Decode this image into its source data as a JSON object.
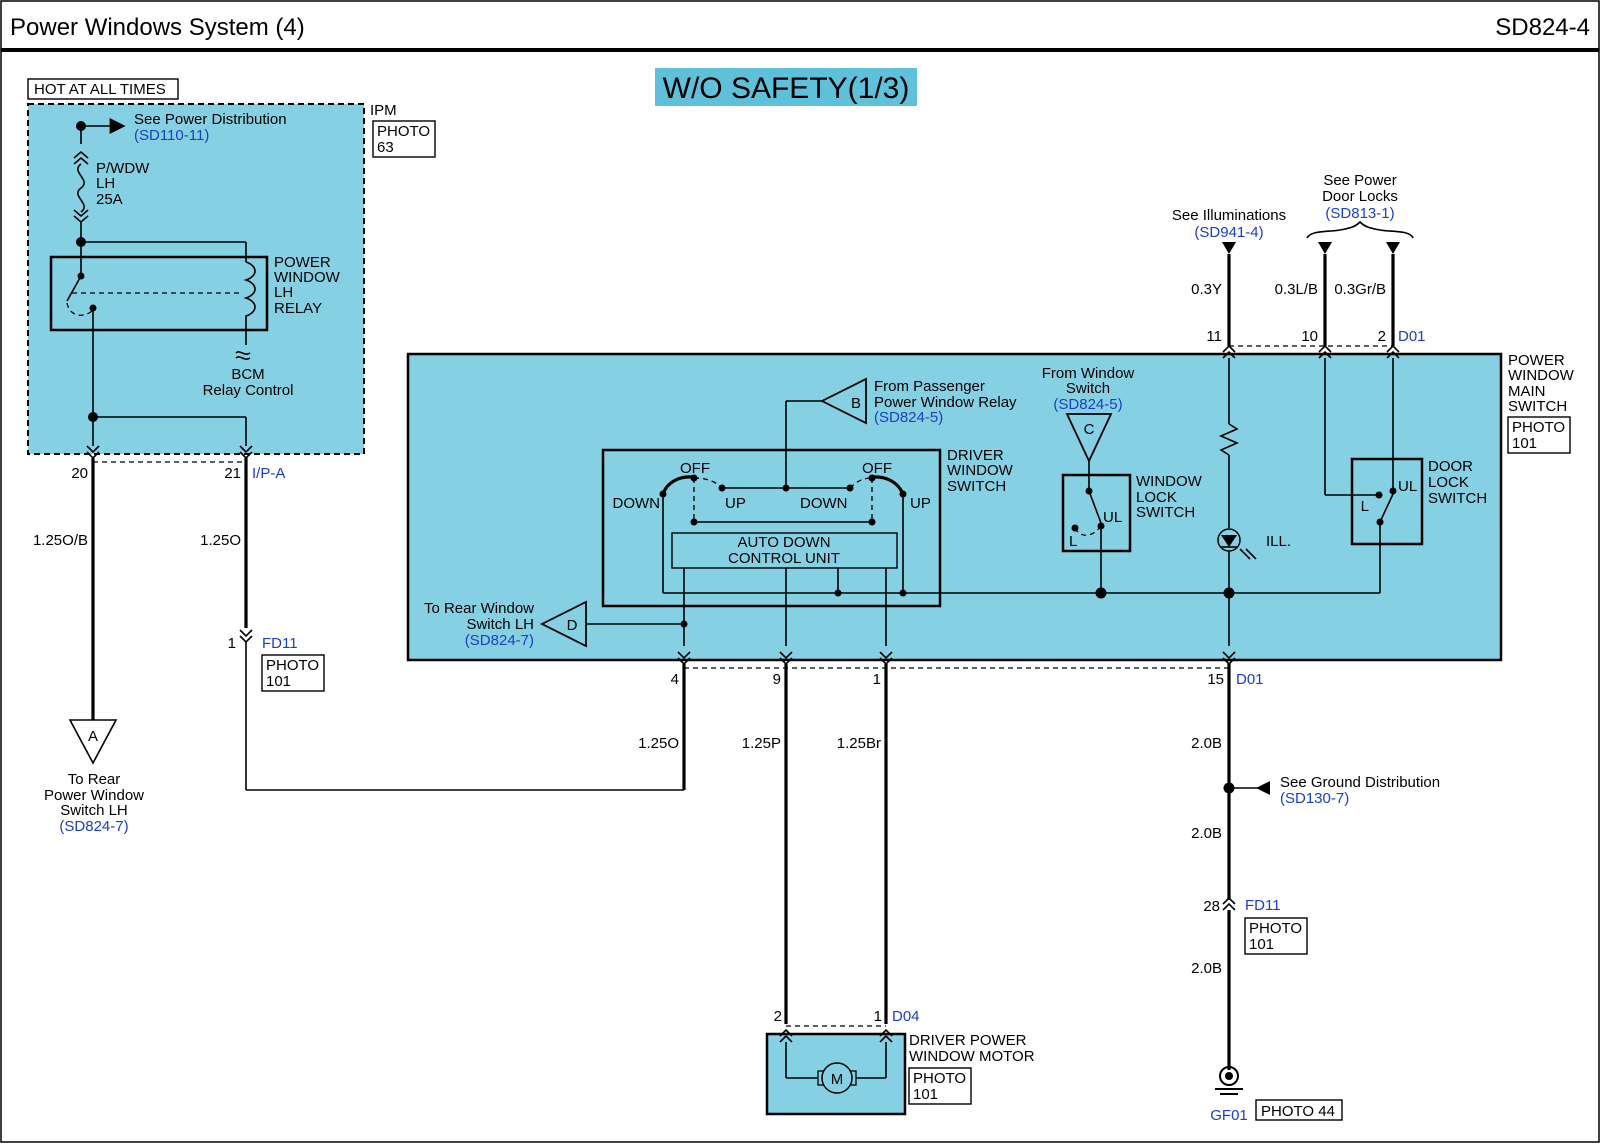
{
  "header": {
    "title": "Power Windows System (4)",
    "code": "SD824-4"
  },
  "banner": "W/O SAFETY(1/3)",
  "ipm": {
    "hot_label": "HOT AT ALL TIMES",
    "name": "IPM",
    "photo": [
      "PHOTO",
      "63"
    ],
    "power_ref_text": "See Power Distribution",
    "power_ref_code": "(SD110-11)",
    "fuse": [
      "P/WDW",
      "LH",
      "25A"
    ],
    "relay": [
      "POWER",
      "WINDOW",
      "LH",
      "RELAY"
    ],
    "bcm": [
      "BCM",
      "Relay Control"
    ],
    "connector": "I/P-A",
    "pin_left": "20",
    "pin_right": "21"
  },
  "left_wires": {
    "a": "1.25O/B",
    "b": "1.25O"
  },
  "fd11_left": {
    "pin": "1",
    "name": "FD11",
    "photo": [
      "PHOTO",
      "101"
    ]
  },
  "ref_a": {
    "letter": "A",
    "text": [
      "To Rear",
      "Power Window",
      "Switch LH"
    ],
    "code": "(SD824-7)"
  },
  "main_switch": {
    "name": [
      "POWER",
      "WINDOW",
      "MAIN",
      "SWITCH"
    ],
    "photo": [
      "PHOTO",
      "101"
    ],
    "connector_top": "D01",
    "connector_bottom": "D01",
    "top_pins": [
      "11",
      "10",
      "2"
    ],
    "bottom_pins": [
      "4",
      "9",
      "1",
      "15"
    ],
    "driver_switch": [
      "DRIVER",
      "WINDOW",
      "SWITCH"
    ],
    "off_left": "OFF",
    "off_right": "OFF",
    "down_left": "DOWN",
    "up_left": "UP",
    "down_mid": "DOWN",
    "up_right": "UP",
    "auto_down": [
      "AUTO DOWN",
      "CONTROL UNIT"
    ],
    "window_lock": [
      "WINDOW",
      "LOCK",
      "SWITCH"
    ],
    "wl_ul": "UL",
    "wl_l": "L",
    "door_lock": [
      "DOOR",
      "LOCK",
      "SWITCH"
    ],
    "dl_ul": "UL",
    "dl_l": "L",
    "ill": "ILL."
  },
  "ref_b": {
    "letter": "B",
    "text": [
      "From Passenger",
      "Power Window Relay"
    ],
    "code": "(SD824-5)"
  },
  "ref_c": {
    "letter": "C",
    "text": [
      "From Window",
      "Switch"
    ],
    "code": "(SD824-5)"
  },
  "ref_d": {
    "letter": "D",
    "text": [
      "To Rear Window",
      "Switch LH"
    ],
    "code": "(SD824-7)"
  },
  "top_refs": {
    "illum": {
      "text": "See Illuminations",
      "code": "(SD941-4)"
    },
    "door_locks": {
      "text": [
        "See Power",
        "Door Locks"
      ],
      "code": "(SD813-1)"
    },
    "wires": [
      "0.3Y",
      "0.3L/B",
      "0.3Gr/B"
    ]
  },
  "bottom_wires": [
    "1.25O",
    "1.25P",
    "1.25Br",
    "2.0B",
    "2.0B",
    "2.0B"
  ],
  "ground": {
    "ref_text": "See Ground Distribution",
    "ref_code": "(SD130-7)",
    "fd11_pin": "28",
    "fd11_name": "FD11",
    "fd11_photo": [
      "PHOTO",
      "101"
    ],
    "gf_name": "GF01",
    "gf_photo": "PHOTO 44"
  },
  "motor": {
    "name": [
      "DRIVER POWER",
      "WINDOW MOTOR"
    ],
    "photo": [
      "PHOTO",
      "101"
    ],
    "connector": "D04",
    "pins": [
      "2",
      "1"
    ],
    "symbol": "M"
  },
  "colors": {
    "fill": "#86d0e4",
    "link": "#1a3fc4"
  }
}
